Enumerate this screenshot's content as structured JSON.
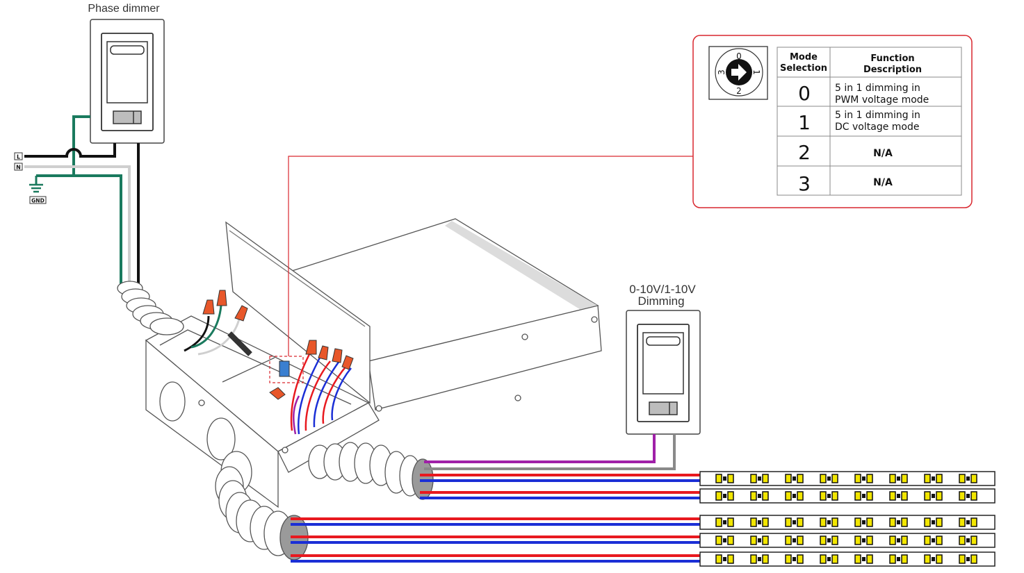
{
  "labels": {
    "phase_dimmer": "Phase dimmer",
    "dim_line1": "0-10V/1-10V",
    "dim_line2": "Dimming",
    "L": "L",
    "N": "N",
    "GND": "GND"
  },
  "mode_table": {
    "dial_numbers": [
      "0",
      "1",
      "2",
      "3"
    ],
    "header_mode_line1": "Mode",
    "header_mode_line2": "Selection",
    "header_func_line1": "Function",
    "header_func_line2": "Description",
    "rows": [
      {
        "mode": "0",
        "line1": "5 in 1 dimming in",
        "line2": "PWM voltage mode"
      },
      {
        "mode": "1",
        "line1": "5 in 1 dimming in",
        "line2": "DC voltage mode"
      },
      {
        "mode": "2",
        "line1": "N/A",
        "line2": ""
      },
      {
        "mode": "3",
        "line1": "N/A",
        "line2": ""
      }
    ]
  },
  "colors": {
    "ground": "#1a7a5e",
    "live": "#111111",
    "neutral": "#cfcfcf",
    "positive": "#e8191f",
    "negative": "#1b2fd6",
    "dim_plus": "#a020a8",
    "dim_minus": "#8a8a8a",
    "accent_red": "#d9272e",
    "nut": "#e8572a",
    "led_yellow": "#f2e600"
  },
  "strip_count": 5,
  "leds_per_strip": 8
}
